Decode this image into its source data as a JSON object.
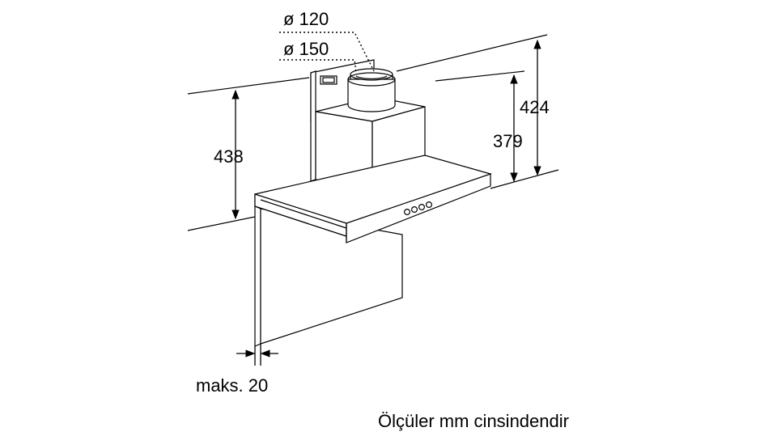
{
  "diagram": {
    "dimensions": {
      "dia_120": "ø 120",
      "dia_150": "ø 150",
      "height_left": "438",
      "height_right_outer": "424",
      "height_right_inner": "379",
      "wall_gap": "maks. 20"
    },
    "caption": "Ölçüler mm cinsindendir",
    "colors": {
      "line": "#000000",
      "fill": "#ffffff"
    }
  }
}
